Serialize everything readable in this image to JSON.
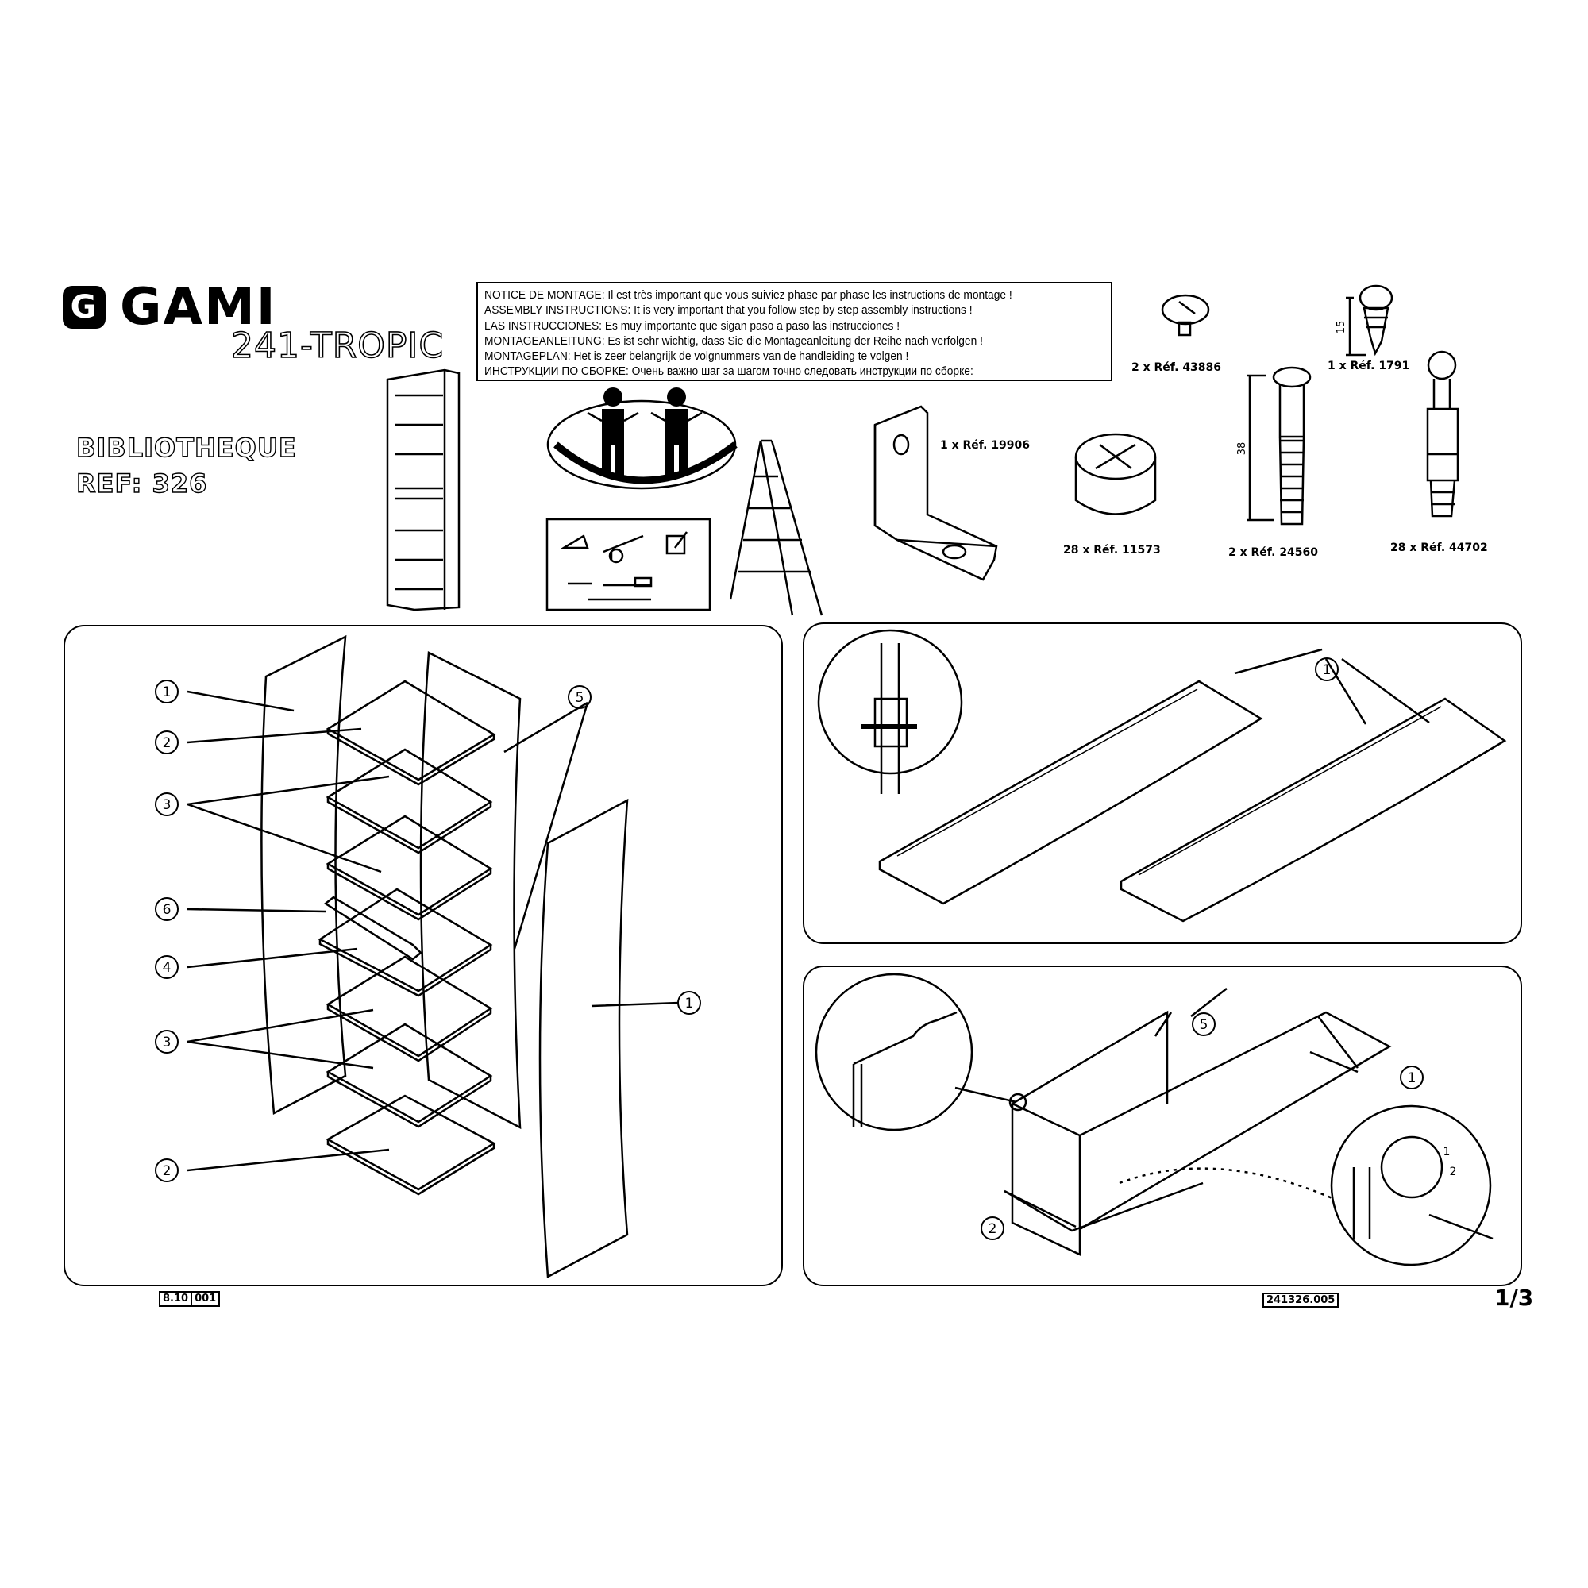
{
  "header": {
    "brand": "GAMI",
    "logo_mark": "G",
    "model": "241-TROPIC",
    "product": "BIBLIOTHEQUE",
    "reference": "REF:  326"
  },
  "notice": {
    "lines": [
      "NOTICE DE MONTAGE: Il est très important que vous suiviez phase par phase les instructions de montage !",
      "ASSEMBLY INSTRUCTIONS: It is very important that  you follow step by step assembly instructions !",
      "LAS INSTRUCCIONES: Es muy importante que sigan paso a paso las instrucciones !",
      "MONTAGEANLEITUNG: Es ist sehr wichtig, dass Sie die Montageanleitung der Reihe nach verfolgen !",
      "MONTAGEPLAN: Het is zeer belangrijk de volgnummers van de handleiding te volgen !",
      "ИНСТРУКЦИИ ПО СБОРКЕ: Очень важно шаг за шагом точно следовать инструкции по сборке:"
    ]
  },
  "hardware": [
    {
      "label": "2 x Réf. 43886",
      "icon": "cap-icon"
    },
    {
      "label": "1 x Réf. 1791",
      "icon": "wood-screw-icon",
      "dimension": "15"
    },
    {
      "label": "1 x Réf. 19906",
      "icon": "angle-bracket-icon"
    },
    {
      "label": "28 x Réf. 11573",
      "icon": "cam-lock-icon"
    },
    {
      "label": "2 x Réf. 24560",
      "icon": "screw-icon",
      "dimension": "38"
    },
    {
      "label": "28 x Réf. 44702",
      "icon": "cam-bolt-icon"
    }
  ],
  "callouts": {
    "panel1": [
      "1",
      "2",
      "3",
      "6",
      "4",
      "3",
      "2",
      "5",
      "1"
    ],
    "panel2": [
      "1"
    ],
    "panel3": [
      "5",
      "1",
      "2",
      "1",
      "2"
    ]
  },
  "footer": {
    "code_left_a": "8.10",
    "code_left_b": "001",
    "code_right": "241326.005",
    "page": "1/3"
  }
}
